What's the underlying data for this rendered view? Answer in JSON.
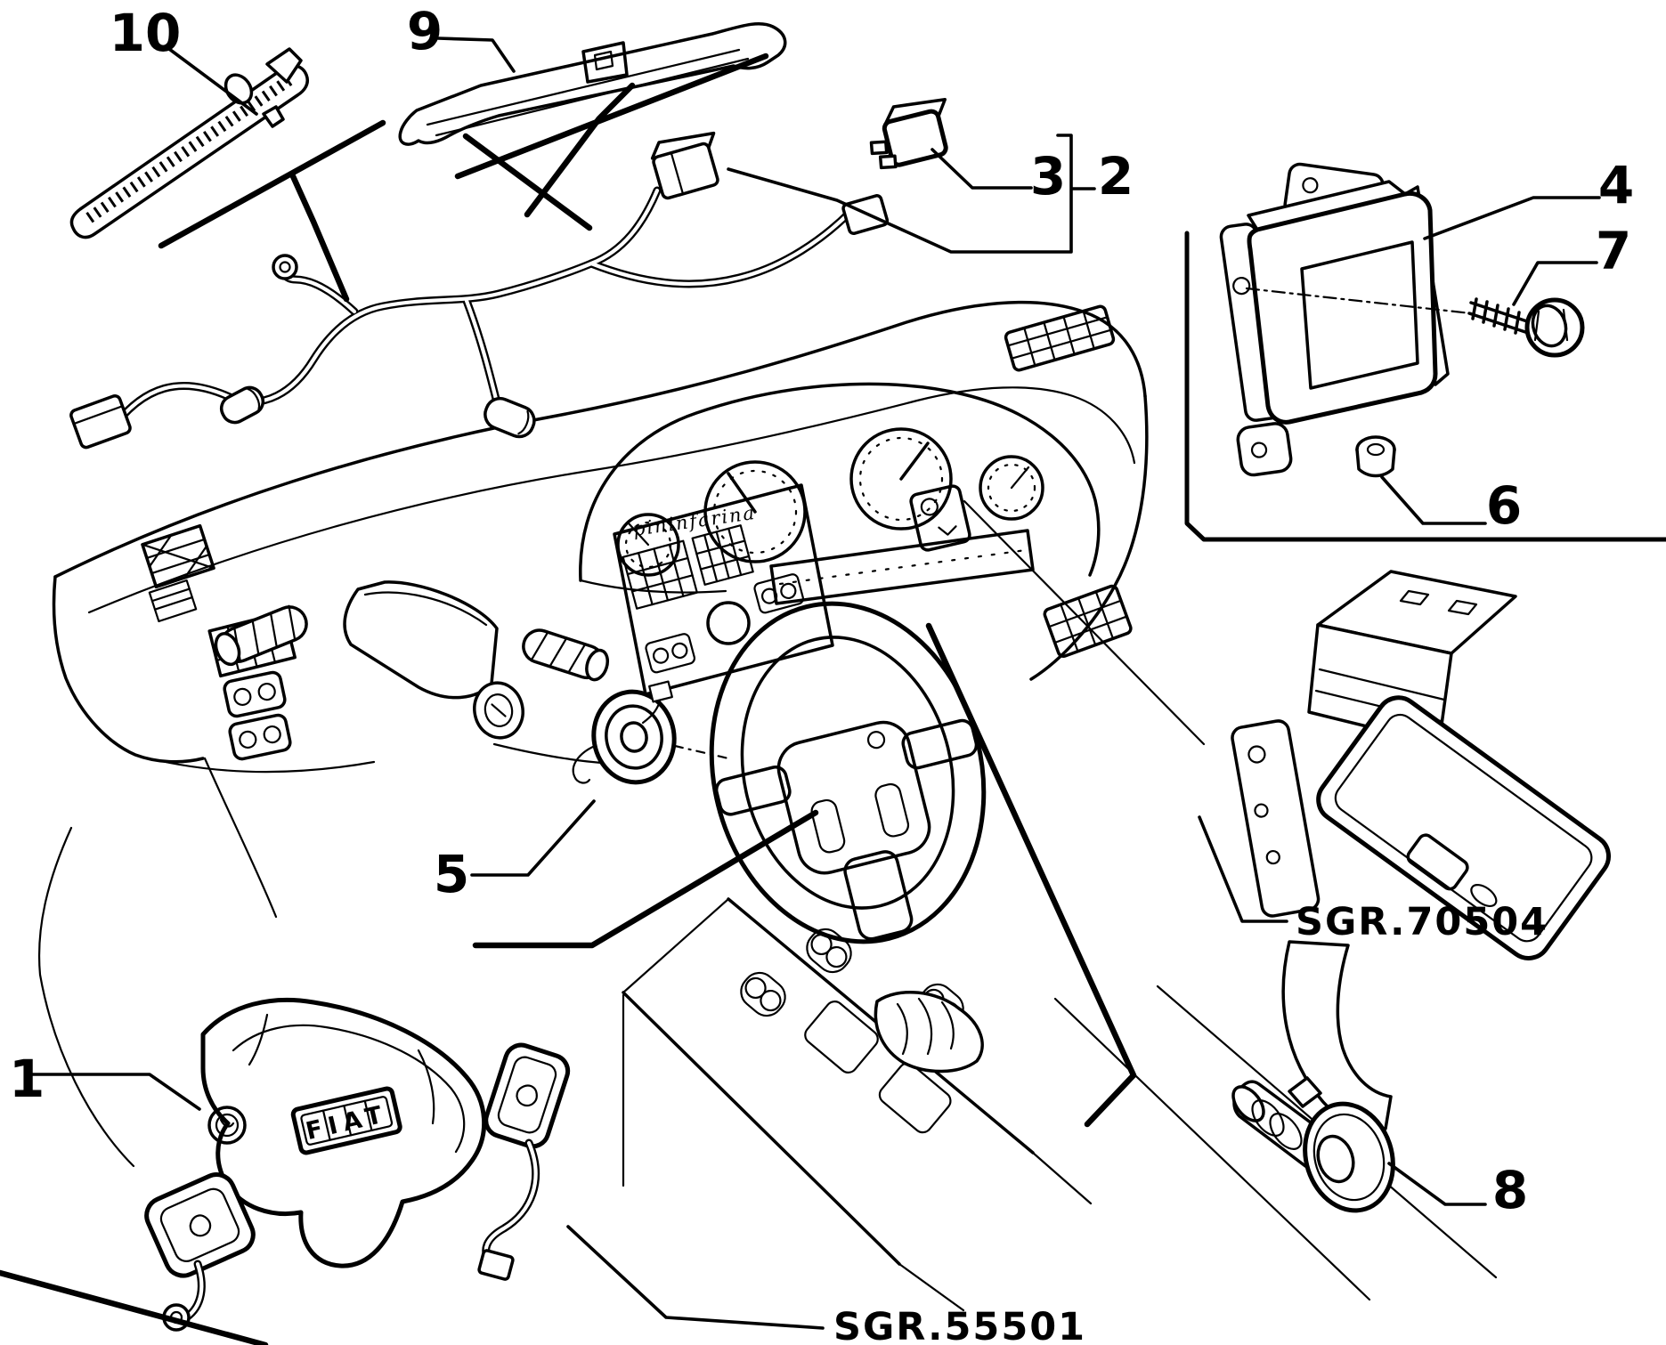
{
  "diagram": {
    "background": "#ffffff",
    "ink": "#000000",
    "brand_script": "pininfarina",
    "airbag_badge": "FIAT",
    "callouts": [
      {
        "id": "1",
        "label": "1"
      },
      {
        "id": "2",
        "label": "2"
      },
      {
        "id": "3",
        "label": "3"
      },
      {
        "id": "4",
        "label": "4"
      },
      {
        "id": "5",
        "label": "5"
      },
      {
        "id": "6",
        "label": "6"
      },
      {
        "id": "7",
        "label": "7"
      },
      {
        "id": "8",
        "label": "8"
      },
      {
        "id": "9",
        "label": "9"
      },
      {
        "id": "10",
        "label": "10"
      }
    ],
    "section_labels": [
      {
        "id": "sgr-70504",
        "text": "SGR.70504"
      },
      {
        "id": "sgr-55501",
        "text": "SGR.55501"
      }
    ]
  }
}
